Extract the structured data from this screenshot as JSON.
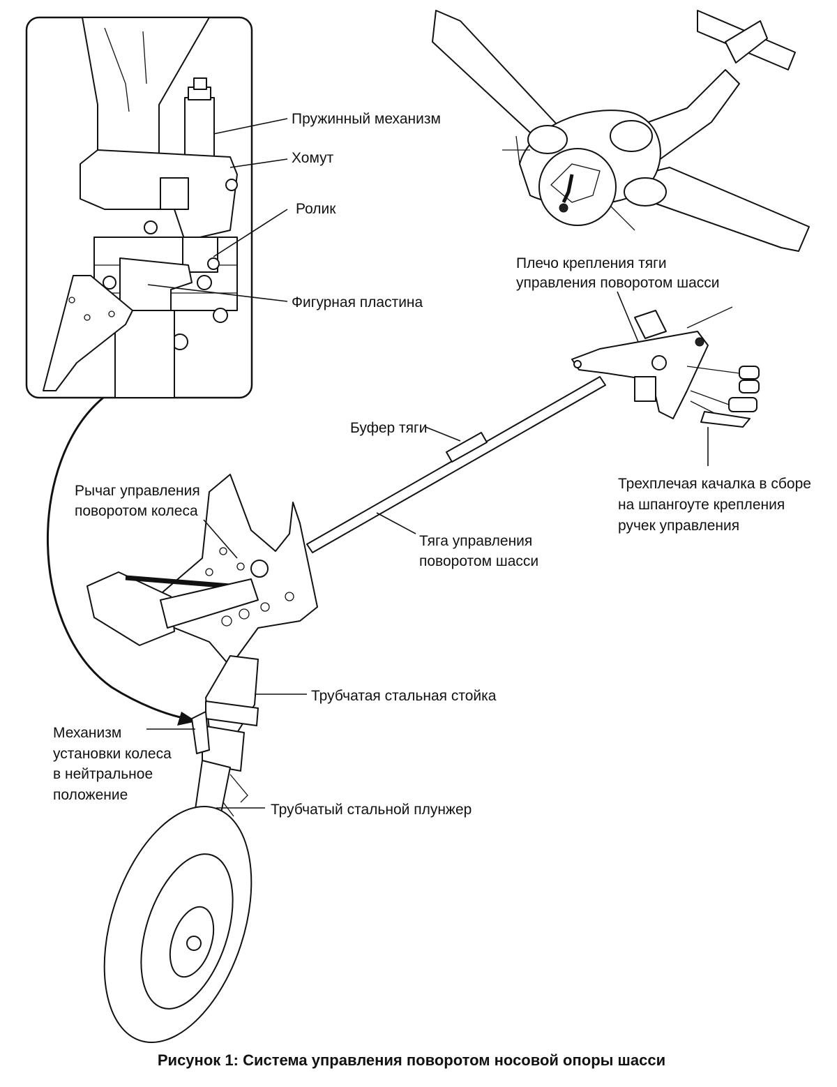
{
  "labels": {
    "spring": "Пружинный механизм",
    "clamp": "Хомут",
    "roller": "Ролик",
    "plate": "Фигурная пластина",
    "arm_line1": "Плечо крепления тяги",
    "arm_line2": "управления поворотом шасси",
    "buffer": "Буфер тяги",
    "bellcrank_line1": "Трехплечая качалка в сборе",
    "bellcrank_line2": "на шпангоуте крепления",
    "bellcrank_line3": "ручек управления",
    "lever_line1": "Рычаг управления",
    "lever_line2": "поворотом колеса",
    "rod_line1": "Тяга управления",
    "rod_line2": "поворотом шасси",
    "strut": "Трубчатая стальная стойка",
    "centering_line1": "Механизм",
    "centering_line2": "установки колеса",
    "centering_line3": "в нейтральное",
    "centering_line4": "положение",
    "plunger": "Трубчатый стальной плунжер"
  },
  "caption": "Рисунок 1: Система управления поворотом носовой опоры шасси"
}
